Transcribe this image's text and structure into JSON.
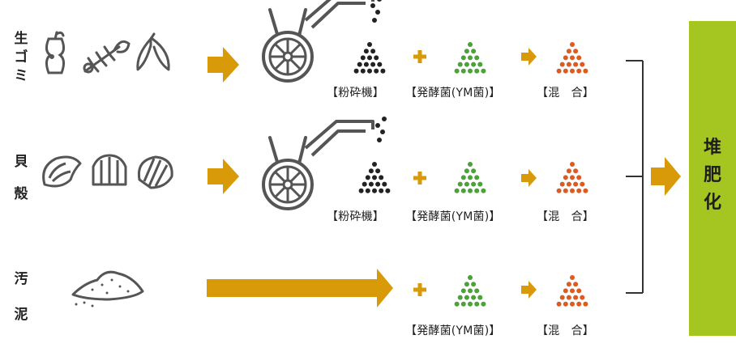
{
  "rows": [
    {
      "label_lines": [
        "生",
        "ゴ",
        "ミ"
      ],
      "captions": [
        "【粉砕機】",
        "【発酵菌(YM菌)】",
        "【混　合】"
      ]
    },
    {
      "label_lines": [
        "貝",
        "殻"
      ],
      "captions": [
        "【粉砕機】",
        "【発酵菌(YM菌)】",
        "【混　合】"
      ]
    },
    {
      "label_lines": [
        "汚",
        "泥"
      ],
      "captions": [
        "【発酵菌(YM菌)】",
        "【混　合】"
      ]
    }
  ],
  "result": {
    "lines": [
      "堆",
      "肥",
      "化"
    ]
  },
  "colors": {
    "arrow": "#d99a0a",
    "result": "#a5c520",
    "shredded": "#222222",
    "bacteria": "#4aa336",
    "mixed": "#e05a1e",
    "icon": "#555555"
  }
}
